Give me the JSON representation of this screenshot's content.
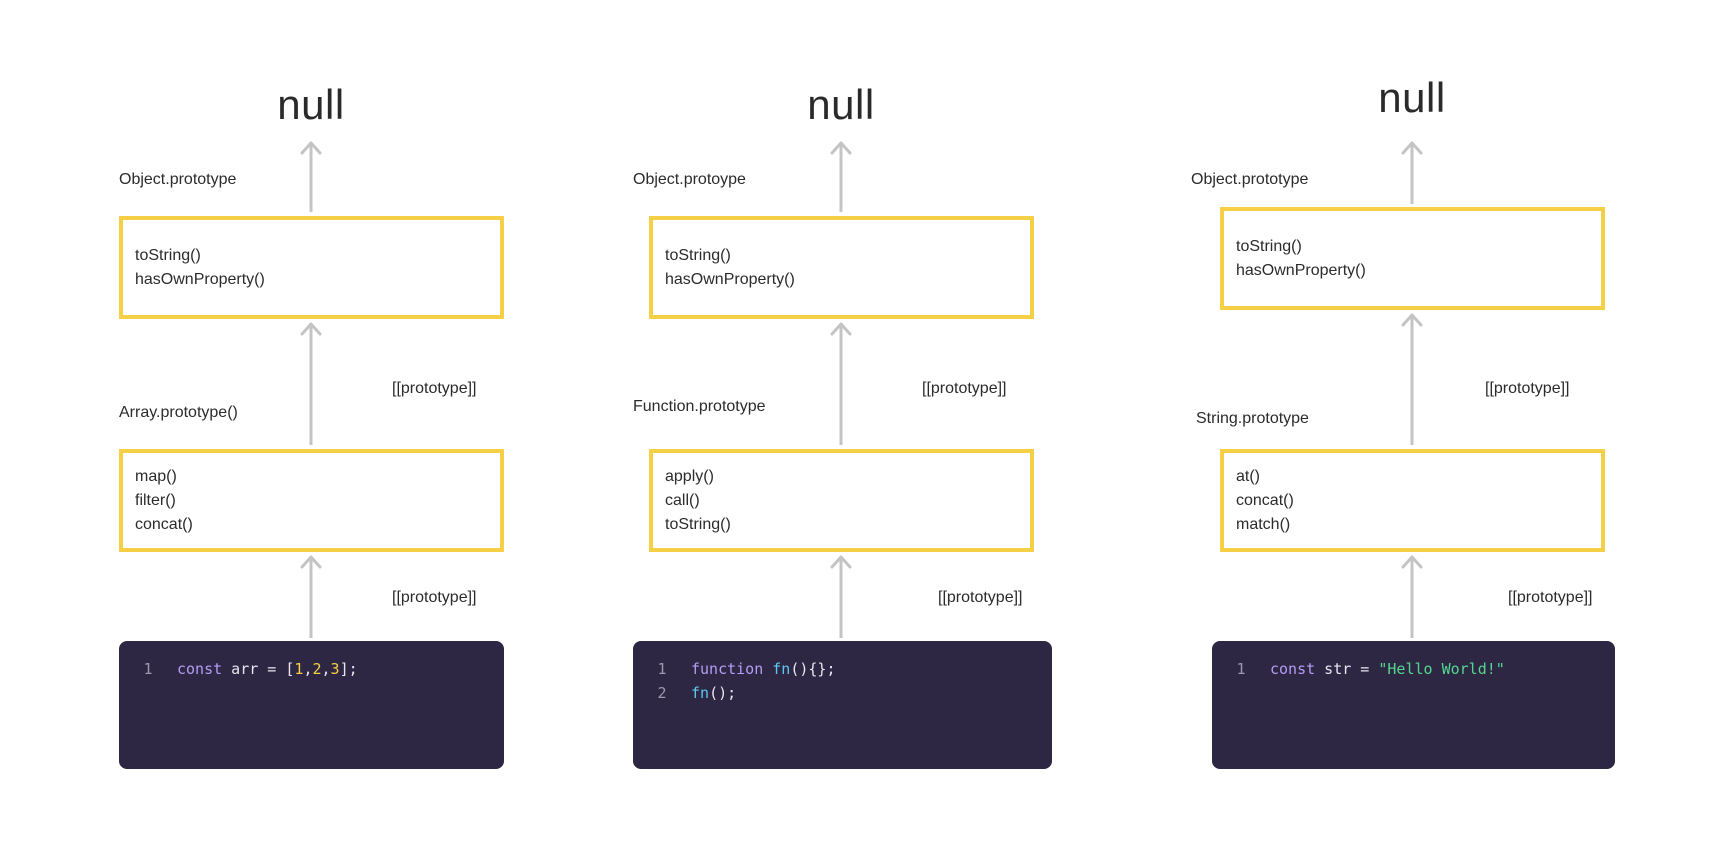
{
  "columns": [
    {
      "null_label": "null",
      "top_proto_label": "Object.prototype",
      "top_methods": [
        "toString()",
        "hasOwnProperty()"
      ],
      "upper_link_label": "[[prototype]]",
      "mid_proto_label": "Array.prototype()",
      "mid_methods": [
        "map()",
        "filter()",
        "concat()"
      ],
      "lower_link_label": "[[prototype]]",
      "code": [
        {
          "line_no": "1",
          "tokens": [
            {
              "t": "kw",
              "v": "const"
            },
            {
              "t": "op",
              "v": " arr = ["
            },
            {
              "t": "num",
              "v": "1"
            },
            {
              "t": "op",
              "v": ","
            },
            {
              "t": "num",
              "v": "2"
            },
            {
              "t": "op",
              "v": ","
            },
            {
              "t": "num",
              "v": "3"
            },
            {
              "t": "op",
              "v": "];"
            }
          ]
        }
      ]
    },
    {
      "null_label": "null",
      "top_proto_label": "Object.protoype",
      "top_methods": [
        "toString()",
        "hasOwnProperty()"
      ],
      "upper_link_label": "[[prototype]]",
      "mid_proto_label": "Function.prototype",
      "mid_methods": [
        "apply()",
        "call()",
        "toString()"
      ],
      "lower_link_label": "[[prototype]]",
      "code": [
        {
          "line_no": "1",
          "tokens": [
            {
              "t": "kw",
              "v": "function"
            },
            {
              "t": "op",
              "v": " "
            },
            {
              "t": "fn",
              "v": "fn"
            },
            {
              "t": "op",
              "v": "(){};"
            }
          ]
        },
        {
          "line_no": "2",
          "tokens": [
            {
              "t": "fn",
              "v": "fn"
            },
            {
              "t": "op",
              "v": "();"
            }
          ]
        }
      ]
    },
    {
      "null_label": "null",
      "top_proto_label": "Object.prototype",
      "top_methods": [
        "toString()",
        "hasOwnProperty()"
      ],
      "upper_link_label": "[[prototype]]",
      "mid_proto_label": "String.prototype",
      "mid_methods": [
        "at()",
        "concat()",
        "match()"
      ],
      "lower_link_label": "[[prototype]]",
      "code": [
        {
          "line_no": "1",
          "tokens": [
            {
              "t": "kw",
              "v": "const"
            },
            {
              "t": "op",
              "v": " str = "
            },
            {
              "t": "str",
              "v": "\"Hello World!\""
            }
          ]
        }
      ]
    }
  ],
  "colors": {
    "box_border": "#f5cf45",
    "arrow": "#c4c4c4",
    "code_background": "#2e2744"
  }
}
